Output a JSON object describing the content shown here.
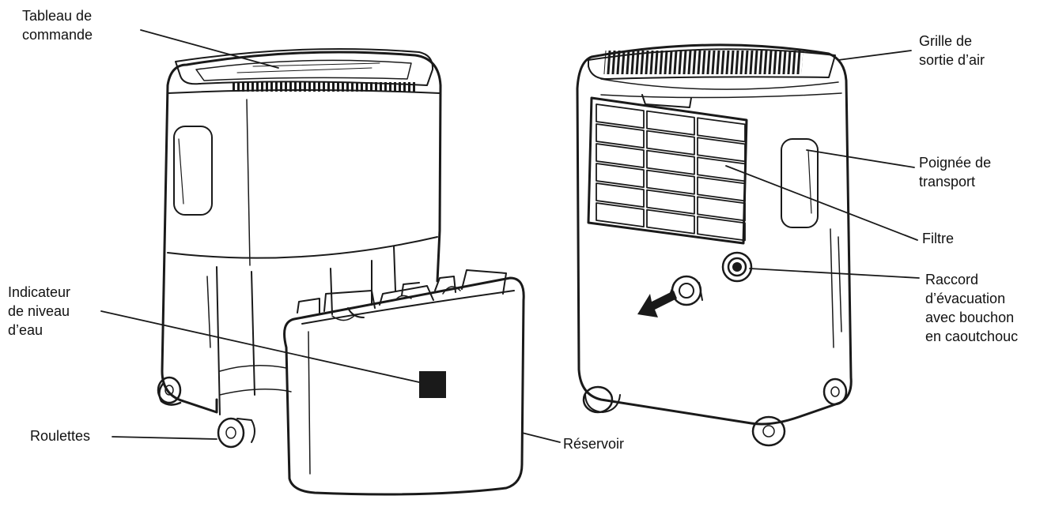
{
  "labels": {
    "control_panel": [
      "Tableau de",
      "commande"
    ],
    "water_level": [
      "Indicateur",
      "de niveau",
      "d’eau"
    ],
    "casters": [
      "Roulettes"
    ],
    "tank": [
      "Réservoir"
    ],
    "air_outlet": [
      "Grille de",
      "sortie d’air"
    ],
    "handle": [
      "Poignée de",
      "transport"
    ],
    "filter": [
      "Filtre"
    ],
    "drain": [
      "Raccord",
      "d’évacuation",
      "avec bouchon",
      "en caoutchouc"
    ]
  },
  "colors": {
    "ink": "#1a1a1a",
    "background": "#ffffff"
  }
}
